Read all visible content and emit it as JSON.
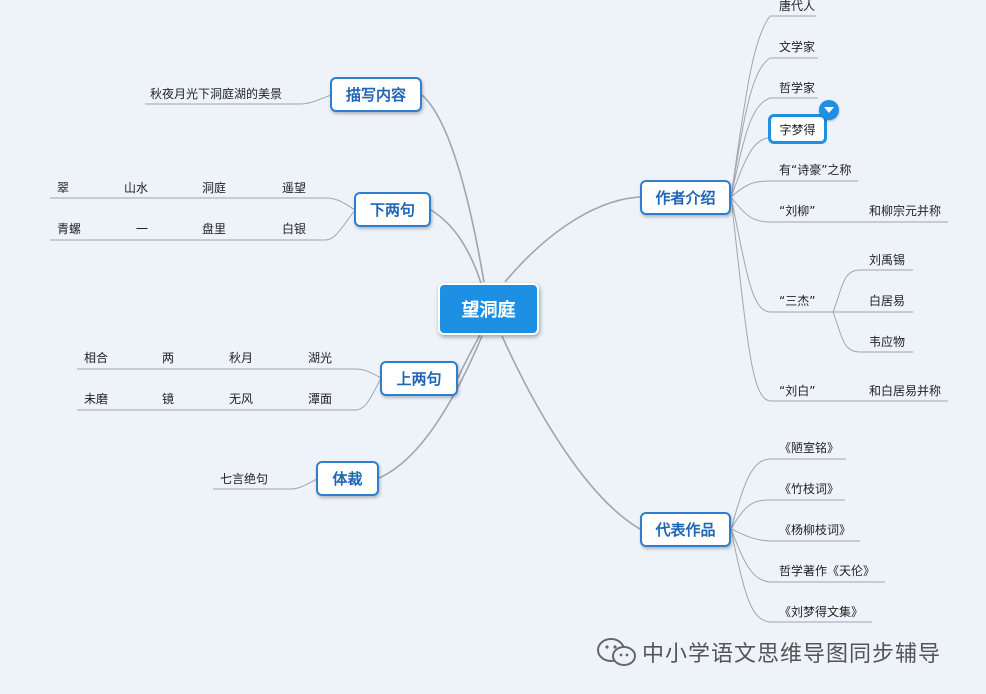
{
  "root": "望洞庭",
  "left": {
    "desc": {
      "label": "描写内容",
      "leaf": "秋夜月光下洞庭湖的美景"
    },
    "lower_lines": {
      "label": "下两句",
      "row1": [
        "翠",
        "山水",
        "洞庭",
        "遥望"
      ],
      "row2": [
        "青螺",
        "一",
        "盘里",
        "白银"
      ]
    },
    "upper_lines": {
      "label": "上两句",
      "row1": [
        "相合",
        "两",
        "秋月",
        "湖光"
      ],
      "row2": [
        "未磨",
        "镜",
        "无风",
        "潭面"
      ]
    },
    "genre": {
      "label": "体裁",
      "leaf": "七言绝句"
    }
  },
  "right": {
    "author": {
      "label": "作者介绍",
      "items": [
        "唐代人",
        "文学家",
        "哲学家",
        "字梦得",
        "有“诗豪”之称",
        "“刘柳”",
        "“三杰”",
        "“刘白”"
      ],
      "liuliu": "和柳宗元并称",
      "sanjie": [
        "刘禹锡",
        "白居易",
        "韦应物"
      ],
      "liubai": "和白居易并称"
    },
    "works": {
      "label": "代表作品",
      "items": [
        "《陋室铭》",
        "《竹枝词》",
        "《杨柳枝词》",
        "哲学著作《天伦》",
        "《刘梦得文集》"
      ]
    }
  },
  "watermark": "中小学语文思维导图同步辅导",
  "colors": {
    "background": "#eef3fa",
    "root_fill": "#1e90e4",
    "node_border": "#2f7fd0",
    "node_text": "#1f66b6",
    "line": "#9ea6ae"
  }
}
